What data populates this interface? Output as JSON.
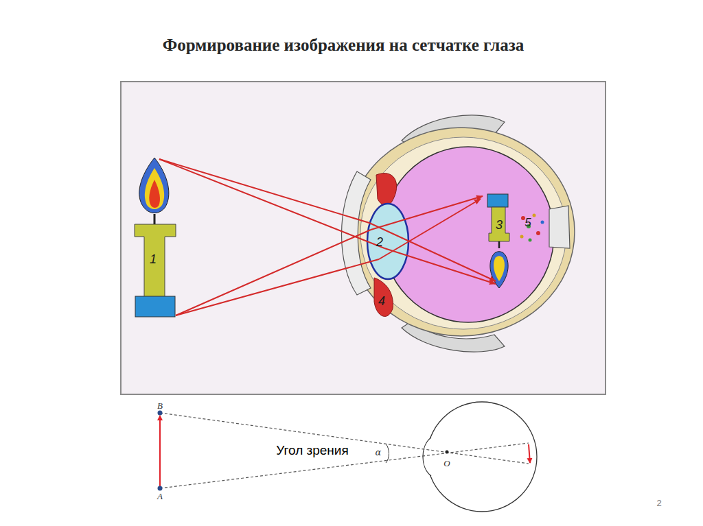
{
  "diagram": {
    "title": "Формирование изображения на сетчатке глаза",
    "labels": [
      "1",
      "2",
      "3",
      "4",
      "5",
      "Угол зрения",
      "α",
      "B",
      "A",
      "O",
      "2"
    ]
  }
}
